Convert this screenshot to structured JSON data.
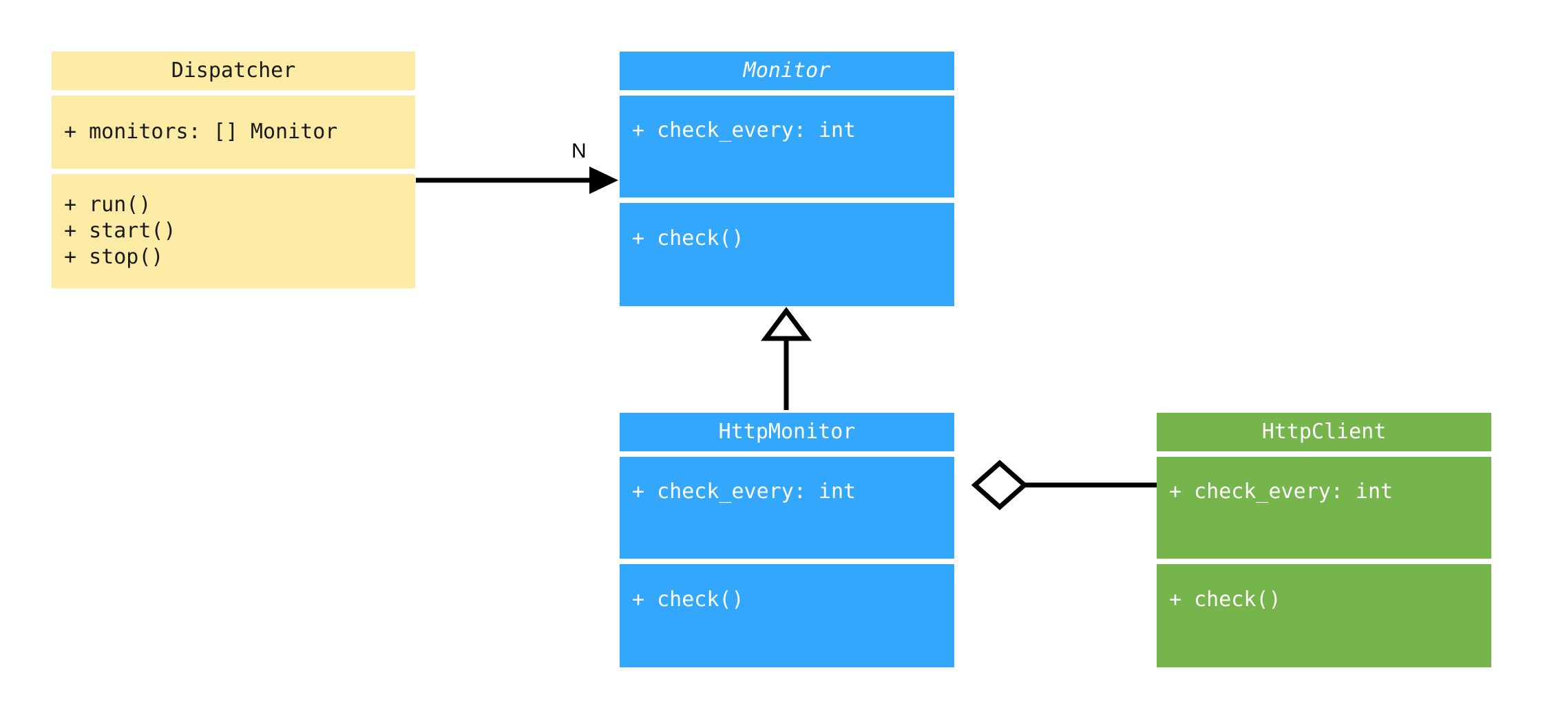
{
  "diagram": {
    "type": "uml-class-diagram",
    "background": "#ffffff",
    "palette": {
      "yellow": "#fceba4",
      "blue": "#33a7fc",
      "green": "#76b44c",
      "line": "#000000",
      "light_text": "#ffffff",
      "dark_text": "#1a1a1a"
    },
    "classes": [
      {
        "id": "dispatcher",
        "name": "Dispatcher",
        "abstract": false,
        "color": "#fceba4",
        "attributes": [
          "+ monitors: [] Monitor"
        ],
        "methods": [
          "+ run()",
          "+ start()",
          "+ stop()"
        ]
      },
      {
        "id": "monitor",
        "name": "Monitor",
        "abstract": true,
        "color": "#33a7fc",
        "attributes": [
          "+ check_every: int"
        ],
        "methods": [
          "+ check()"
        ]
      },
      {
        "id": "httpmonitor",
        "name": "HttpMonitor",
        "abstract": false,
        "color": "#33a7fc",
        "attributes": [
          "+ check_every: int"
        ],
        "methods": [
          "+ check()"
        ]
      },
      {
        "id": "httpclient",
        "name": "HttpClient",
        "abstract": false,
        "color": "#76b44c",
        "attributes": [
          "+ check_every: int"
        ],
        "methods": [
          "+ check()"
        ]
      }
    ],
    "relations": [
      {
        "id": "dispatcher-monitor",
        "from": "dispatcher",
        "to": "monitor",
        "kind": "association",
        "head": "solid-arrow",
        "label": "N"
      },
      {
        "id": "httpmonitor-monitor",
        "from": "httpmonitor",
        "to": "monitor",
        "kind": "generalization",
        "head": "hollow-triangle",
        "label": ""
      },
      {
        "id": "httpmonitor-httpclient",
        "from": "httpmonitor",
        "to": "httpclient",
        "kind": "aggregation",
        "head": "hollow-diamond",
        "label": ""
      }
    ]
  }
}
